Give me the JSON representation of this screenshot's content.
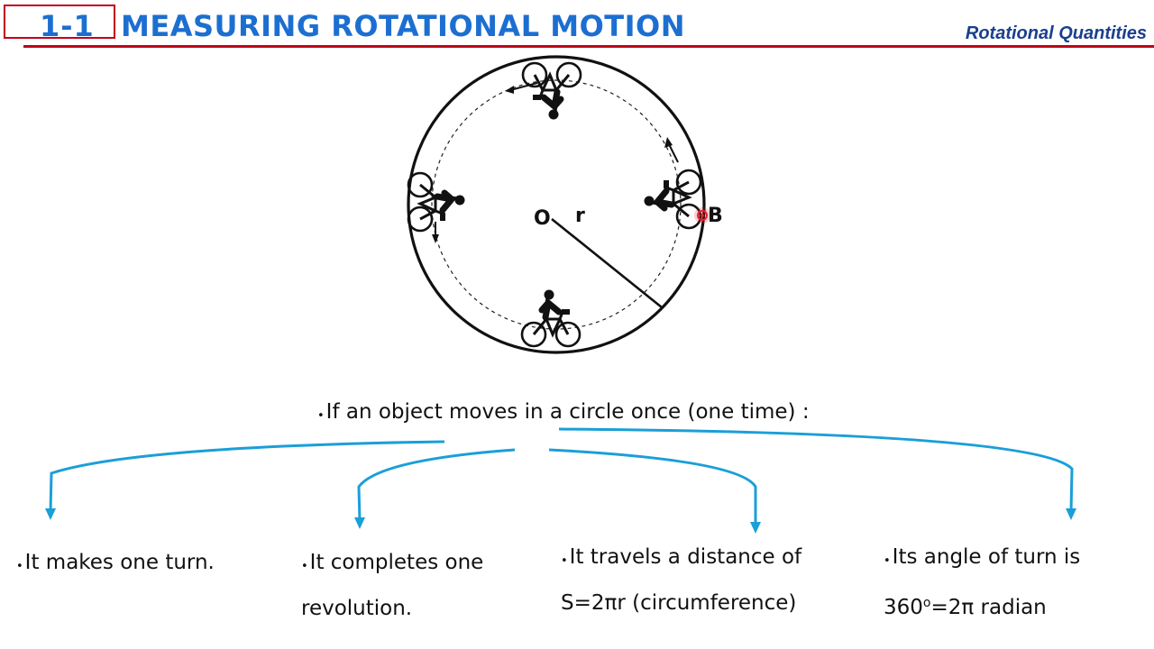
{
  "header": {
    "section_number": "1-1",
    "title": "MEASURING ROTATIONAL MOTION",
    "tag": "Rotational Quantities"
  },
  "diagram": {
    "center_label": "O",
    "radius_label": "r",
    "point_label": "B"
  },
  "intro": {
    "text": "If an object moves in a circle once (one time) :"
  },
  "points": [
    {
      "lines": [
        "It makes one turn."
      ]
    },
    {
      "lines": [
        "It completes one",
        "revolution."
      ]
    },
    {
      "lines": [
        "It travels a distance of",
        "S=2πr (circumference)"
      ]
    },
    {
      "line1": "Its angle of turn is",
      "line2_a": "360",
      "line2_sup": "o",
      "line2_b": "=2π radian"
    }
  ],
  "colors": {
    "title": "#1c6fd1",
    "tag": "#1a3f8f",
    "rule": "#c0001a",
    "arrow": "#1a9fd8",
    "marker": "#e8202a"
  }
}
